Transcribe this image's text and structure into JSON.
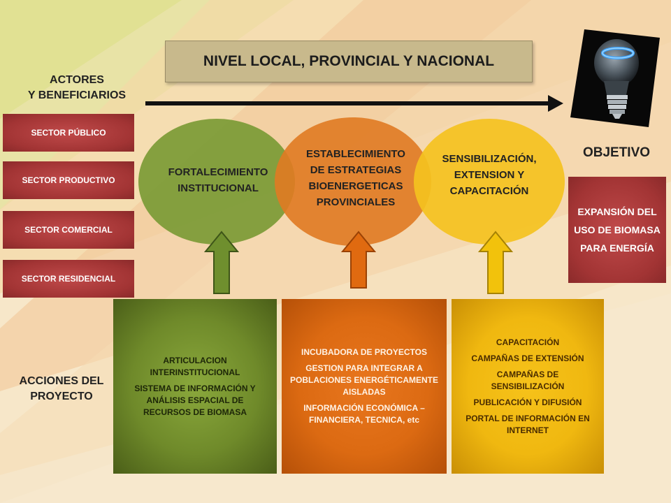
{
  "header": {
    "title": "NIVEL LOCAL, PROVINCIAL Y NACIONAL",
    "actors_line1": "ACTORES",
    "actors_line2": "Y BENEFICIARIOS",
    "objective_label": "OBJETIVO",
    "actions_line1": "ACCIONES DEL",
    "actions_line2": "PROYECTO"
  },
  "sectors": [
    "SECTOR PÚBLICO",
    "SECTOR PRODUCTIVO",
    "SECTOR COMERCIAL",
    "SECTOR RESIDENCIAL"
  ],
  "circles": [
    {
      "line1": "FORTALECIMIENTO",
      "line2": "INSTITUCIONAL",
      "color": "#7b9a35"
    },
    {
      "line1": "ESTABLECIMIENTO",
      "line2": "DE ESTRATEGIAS",
      "line3": "BIOENERGETICAS",
      "line4": "PROVINCIALES",
      "color": "#e07a22"
    },
    {
      "line1": "SENSIBILIZACIÓN,",
      "line2": "EXTENSION Y",
      "line3": "CAPACITACIÓN",
      "color": "#f4c21f"
    }
  ],
  "objective": {
    "line1": "EXPANSIÓN DEL",
    "line2": "USO DE BIOMASA",
    "line3": "PARA ENERGÍA"
  },
  "actions": {
    "green": [
      "ARTICULACION INTERINSTITUCIONAL",
      "SISTEMA DE INFORMACIÓN Y ANÁLISIS ESPACIAL DE RECURSOS DE BIOMASA"
    ],
    "orange": [
      "INCUBADORA DE PROYECTOS",
      "GESTION PARA INTEGRAR A POBLACIONES ENERGÉTICAMENTE AISLADAS",
      "INFORMACIÓN ECONÓMICA – FINANCIERA, TECNICA, etc"
    ],
    "yellow": [
      "CAPACITACIÓN",
      "CAMPAÑAS DE EXTENSIÓN",
      "CAMPAÑAS DE SENSIBILIZACIÓN",
      "PUBLICACIÓN Y DIFUSIÓN",
      "PORTAL DE INFORMACIÓN EN INTERNET"
    ]
  },
  "colors": {
    "green": "#7b9a35",
    "orange": "#e07a22",
    "yellow": "#f4c21f",
    "red": "#a33636"
  },
  "icons": [
    "lightbulb-icon",
    "arrow-right-icon",
    "arrow-up-icon"
  ]
}
